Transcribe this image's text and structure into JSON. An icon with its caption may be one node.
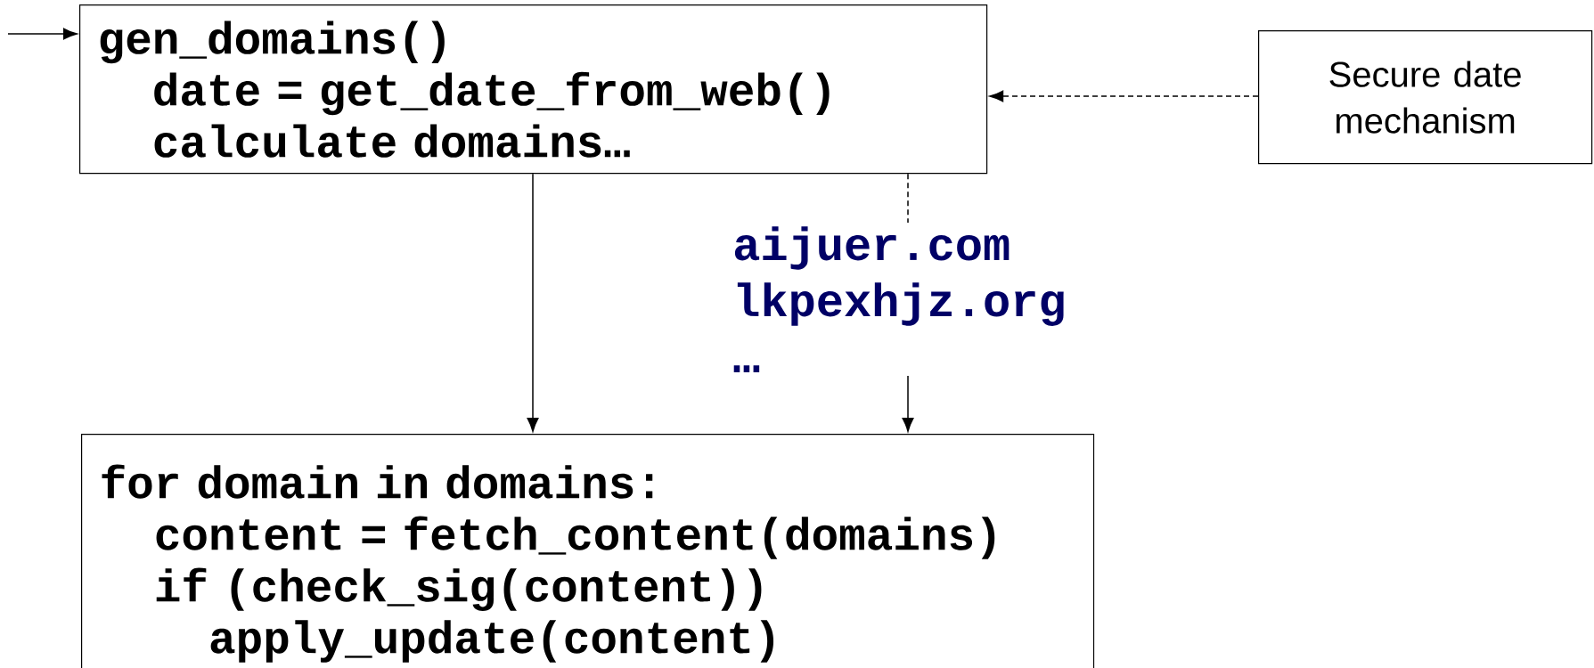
{
  "diagram": {
    "nodes": [
      {
        "text": [
          "gen_domains()",
          "date = get_date_from_web()",
          "calculate domains…"
        ]
      },
      {
        "text": [
          "Secure date mechanism"
        ]
      },
      {
        "text": [
          "aijuer.com",
          "lkpexhjz.org",
          "…"
        ]
      },
      {
        "text": [
          "for domain in domains:",
          "content = fetch_content(domains)",
          "if (check_sig(content))",
          "apply_update(content)"
        ]
      }
    ],
    "edges": [
      {
        "from": null,
        "to": 0,
        "arrow": "to"
      },
      {
        "from": 1,
        "to": 0,
        "arrow": "to",
        "style": "dashed"
      },
      {
        "from": 0,
        "to": 2,
        "arrow": "none",
        "style": "dashed"
      },
      {
        "from": 2,
        "to": 3,
        "arrow": "to"
      },
      {
        "from": 0,
        "to": 3,
        "arrow": "to"
      }
    ]
  }
}
